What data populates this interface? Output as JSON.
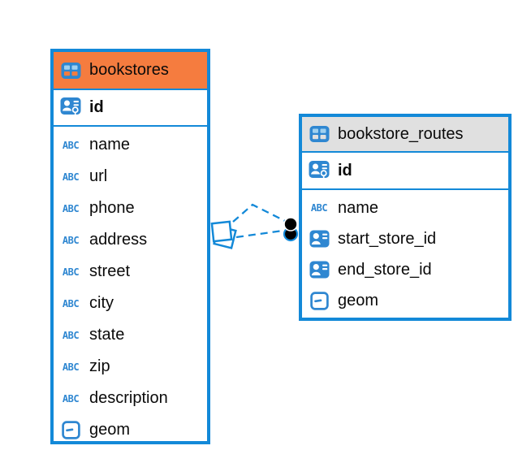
{
  "diagram": {
    "background_color": "#ffffff",
    "accent_blue": "#1389d8",
    "icon_blue": "#2f87d1",
    "tables": [
      {
        "name": "bookstores",
        "header_color": "#f57c3f",
        "primary_key": "id",
        "columns": [
          {
            "name": "name",
            "type": "text"
          },
          {
            "name": "url",
            "type": "text"
          },
          {
            "name": "phone",
            "type": "text"
          },
          {
            "name": "address",
            "type": "text"
          },
          {
            "name": "street",
            "type": "text"
          },
          {
            "name": "city",
            "type": "text"
          },
          {
            "name": "state",
            "type": "text"
          },
          {
            "name": "zip",
            "type": "text"
          },
          {
            "name": "description",
            "type": "text"
          },
          {
            "name": "geom",
            "type": "geometry"
          }
        ]
      },
      {
        "name": "bookstore_routes",
        "header_color": "#e0e0e0",
        "primary_key": "id",
        "columns": [
          {
            "name": "name",
            "type": "text"
          },
          {
            "name": "start_store_id",
            "type": "foreign-key"
          },
          {
            "name": "end_store_id",
            "type": "foreign-key"
          },
          {
            "name": "geom",
            "type": "geometry"
          }
        ]
      }
    ],
    "relationships": [
      {
        "from": "bookstores",
        "to": "bookstore_routes",
        "style": "dashed"
      },
      {
        "from": "bookstores",
        "to": "bookstore_routes",
        "style": "dashed"
      }
    ],
    "icons": {
      "text_type_label": "ABC"
    }
  }
}
